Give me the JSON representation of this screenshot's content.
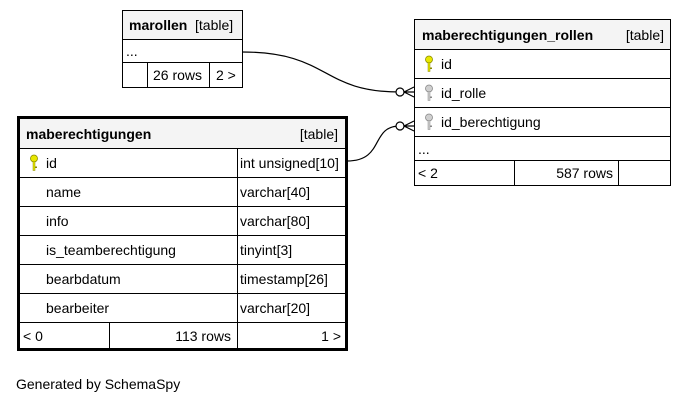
{
  "footer": "Generated by SchemaSpy",
  "marollen": {
    "name": "marollen",
    "kind": "[table]",
    "ellipsis": "...",
    "rows": "26 rows",
    "next": "2 >"
  },
  "maberechtigungen_rollen": {
    "name": "maberechtigungen_rollen",
    "kind": "[table]",
    "columns": [
      "id",
      "id_rolle",
      "id_berechtigung"
    ],
    "ellipsis": "...",
    "prev": "< 2",
    "rows": "587 rows"
  },
  "maberechtigungen": {
    "name": "maberechtigungen",
    "kind": "[table]",
    "columns": [
      {
        "name": "id",
        "type": "int unsigned[10]",
        "key": "primary"
      },
      {
        "name": "name",
        "type": "varchar[40]"
      },
      {
        "name": "info",
        "type": "varchar[80]"
      },
      {
        "name": "is_teamberechtigung",
        "type": "tinyint[3]"
      },
      {
        "name": "bearbdatum",
        "type": "timestamp[26]"
      },
      {
        "name": "bearbeiter",
        "type": "varchar[20]"
      }
    ],
    "prev": "< 0",
    "rows": "113 rows",
    "next": "1 >"
  },
  "colors": {
    "primary_key": "#e8e800",
    "foreign_key": "#aaaaaa",
    "header_bg": "#f4f4f4"
  },
  "icons": {
    "primary_key": "key-icon",
    "foreign_key": "key-icon"
  }
}
